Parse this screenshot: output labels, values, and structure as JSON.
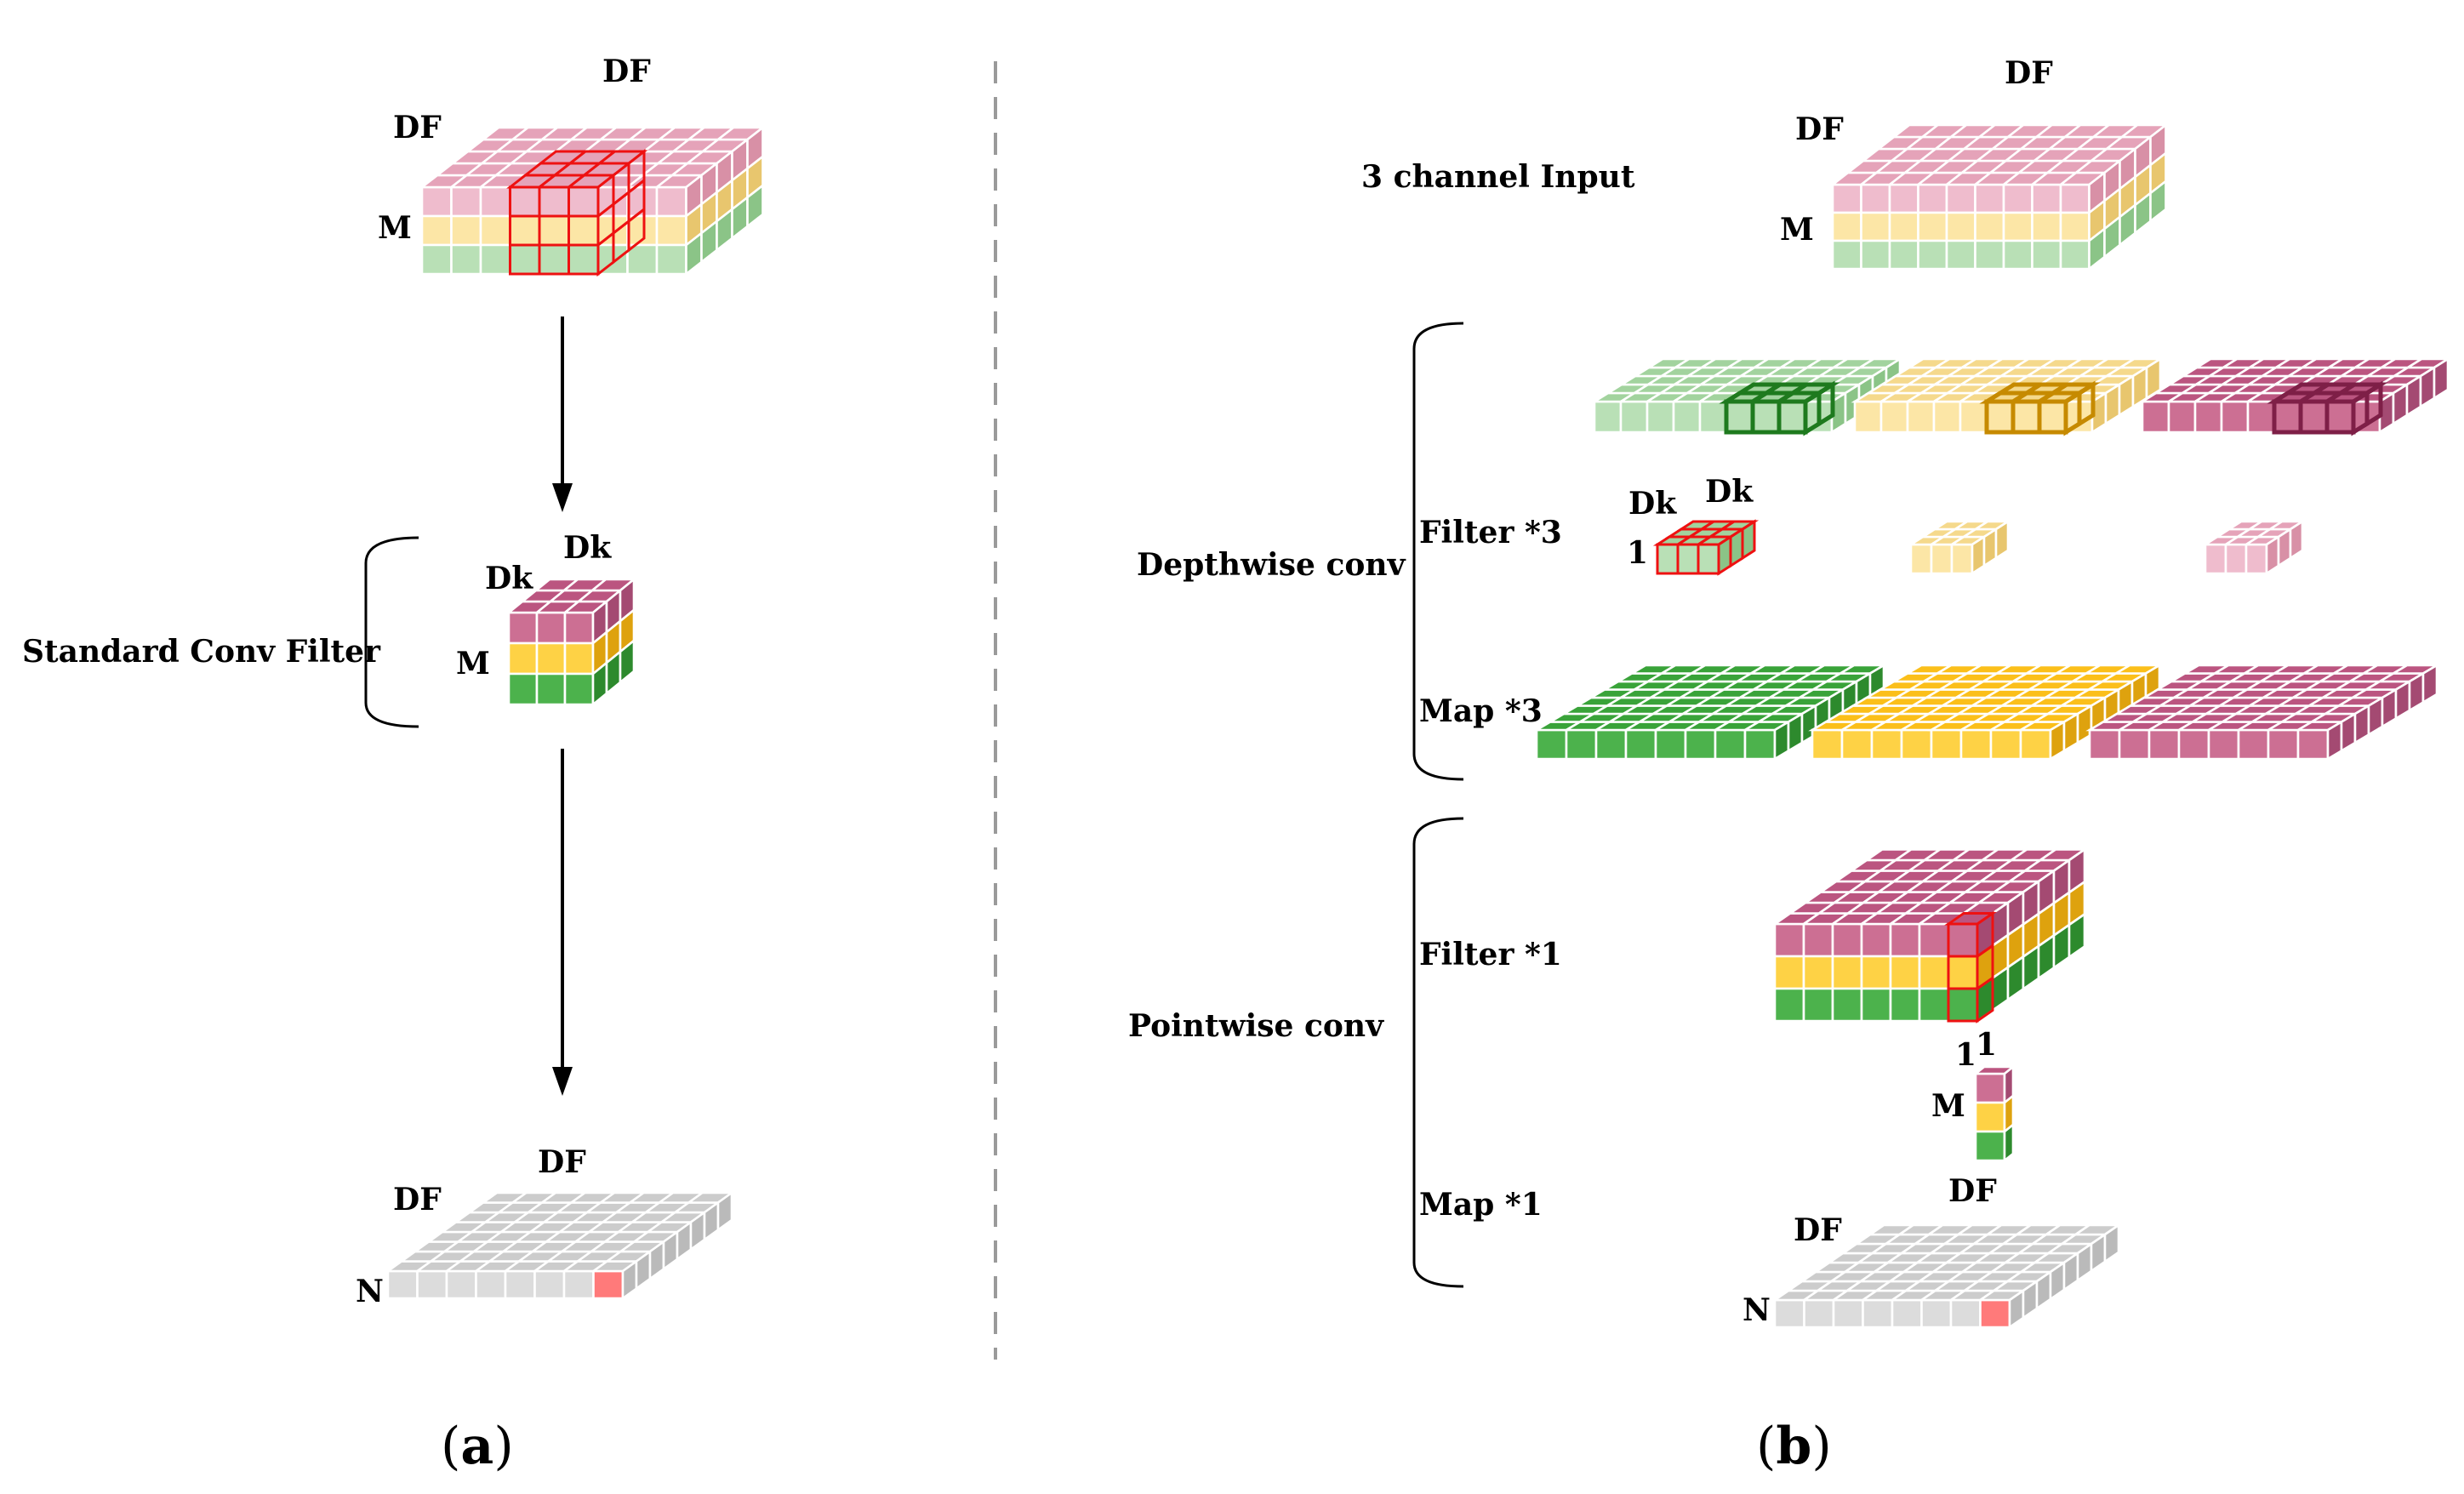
{
  "colors": {
    "pink_light": [
      "#efbccd",
      "#e5a3b9",
      "#d890a6"
    ],
    "yellow_light": [
      "#fce6a6",
      "#f5d98c",
      "#e8c66e"
    ],
    "green_light": [
      "#b9e0b6",
      "#a2d39e",
      "#8bc487"
    ],
    "magenta": [
      "#cc6f93",
      "#bb5580",
      "#a44a72"
    ],
    "gold": [
      "#fed245",
      "#fbbf1a",
      "#dea20e"
    ],
    "green": [
      "#4cb24c",
      "#39a339",
      "#2d8a2d"
    ],
    "gray": [
      "#dcdcdc",
      "#cccccc",
      "#bababa"
    ],
    "red_cell": [
      "#ff7a7a",
      "#ff6363",
      "#e85050"
    ],
    "highlight": "#ee1111",
    "dark_green": "#1e7a1e",
    "dark_gold": "#c68a00",
    "dark_magenta": "#7e1f47"
  },
  "panel_a": {
    "input": {
      "df_top": "DF",
      "df_left": "DF",
      "m": "M"
    },
    "filter": {
      "title": "Standard Conv Filter",
      "dk_top": "Dk",
      "dk_left": "Dk",
      "m": "M"
    },
    "output": {
      "df_top": "DF",
      "df_left": "DF",
      "n": "N"
    },
    "caption_open": "(",
    "caption_letter": "a",
    "caption_close": ")"
  },
  "panel_b": {
    "input": {
      "title": "3 channel Input",
      "df_top": "DF",
      "df_left": "DF",
      "m": "M"
    },
    "depthwise": {
      "title": "Depthwise conv",
      "filter_label": "Filter *3",
      "map_label": "Map *3",
      "dk_top": "Dk",
      "dk_left": "Dk",
      "one": "1"
    },
    "pointwise": {
      "title": "Pointwise conv",
      "filter_label": "Filter *1",
      "map_label": "Map *1",
      "one_left": "1",
      "one_top": "1",
      "m": "M",
      "df_top": "DF",
      "df_left": "DF",
      "n": "N"
    },
    "caption_open": "(",
    "caption_letter": "b",
    "caption_close": ")"
  }
}
